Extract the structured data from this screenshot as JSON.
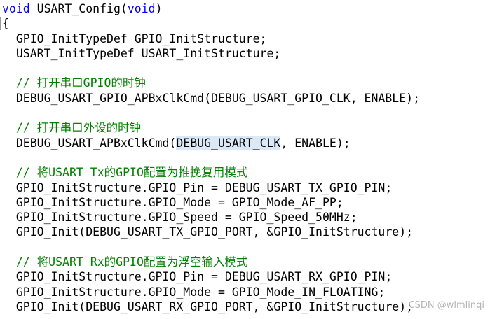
{
  "code": {
    "lines": [
      [
        {
          "t": "void",
          "c": "kw"
        },
        {
          "t": " USART_Config(",
          "c": "plain"
        },
        {
          "t": "void",
          "c": "kw"
        },
        {
          "t": ")",
          "c": "plain"
        }
      ],
      [
        {
          "t": "{",
          "c": "plain"
        }
      ],
      [
        {
          "t": "  GPIO_InitTypeDef GPIO_InitStructure;",
          "c": "plain"
        }
      ],
      [
        {
          "t": "  USART_InitTypeDef USART_InitStructure;",
          "c": "plain"
        }
      ],
      [],
      [
        {
          "t": "  // 打开串口GPIO的时钟",
          "c": "comment"
        }
      ],
      [
        {
          "t": "  DEBUG_USART_GPIO_APBxClkCmd(DEBUG_USART_GPIO_CLK, ENABLE);",
          "c": "plain"
        }
      ],
      [],
      [
        {
          "t": "  // 打开串口外设的时钟",
          "c": "comment"
        }
      ],
      [
        {
          "t": "  DEBUG_USART_APBxClkCmd(",
          "c": "plain"
        },
        {
          "t": "DEBUG_USART_CLK",
          "c": "sel"
        },
        {
          "t": ", ENABLE);",
          "c": "plain"
        }
      ],
      [],
      [
        {
          "t": "  // 将USART Tx的GPIO配置为推挽复用模式",
          "c": "comment"
        }
      ],
      [
        {
          "t": "  GPIO_InitStructure.GPIO_Pin = DEBUG_USART_TX_GPIO_PIN;",
          "c": "plain"
        }
      ],
      [
        {
          "t": "  GPIO_InitStructure.GPIO_Mode = GPIO_Mode_AF_PP;",
          "c": "plain"
        }
      ],
      [
        {
          "t": "  GPIO_InitStructure.GPIO_Speed = GPIO_Speed_50MHz;",
          "c": "plain"
        }
      ],
      [
        {
          "t": "  GPIO_Init(DEBUG_USART_TX_GPIO_PORT, &GPIO_InitStructure);",
          "c": "plain"
        }
      ],
      [],
      [
        {
          "t": "  // 将USART Rx的GPIO配置为浮空输入模式",
          "c": "comment"
        }
      ],
      [
        {
          "t": "  GPIO_InitStructure.GPIO_Pin = DEBUG_USART_RX_GPIO_PIN;",
          "c": "plain"
        }
      ],
      [
        {
          "t": "  GPIO_InitStructure.GPIO_Mode = GPIO_Mode_IN_FLOATING;",
          "c": "plain"
        }
      ],
      [
        {
          "t": "  GPIO_Init(DEBUG_USART_RX_GPIO_PORT, &GPIO_InitStructure);",
          "c": "plain"
        }
      ]
    ]
  },
  "watermark": "CSDN @wlmlinqi",
  "colors": {
    "keyword": "#0000ff",
    "comment": "#008000",
    "text": "#000000",
    "selection": "#dbe8f6",
    "background": "#ffffff"
  }
}
